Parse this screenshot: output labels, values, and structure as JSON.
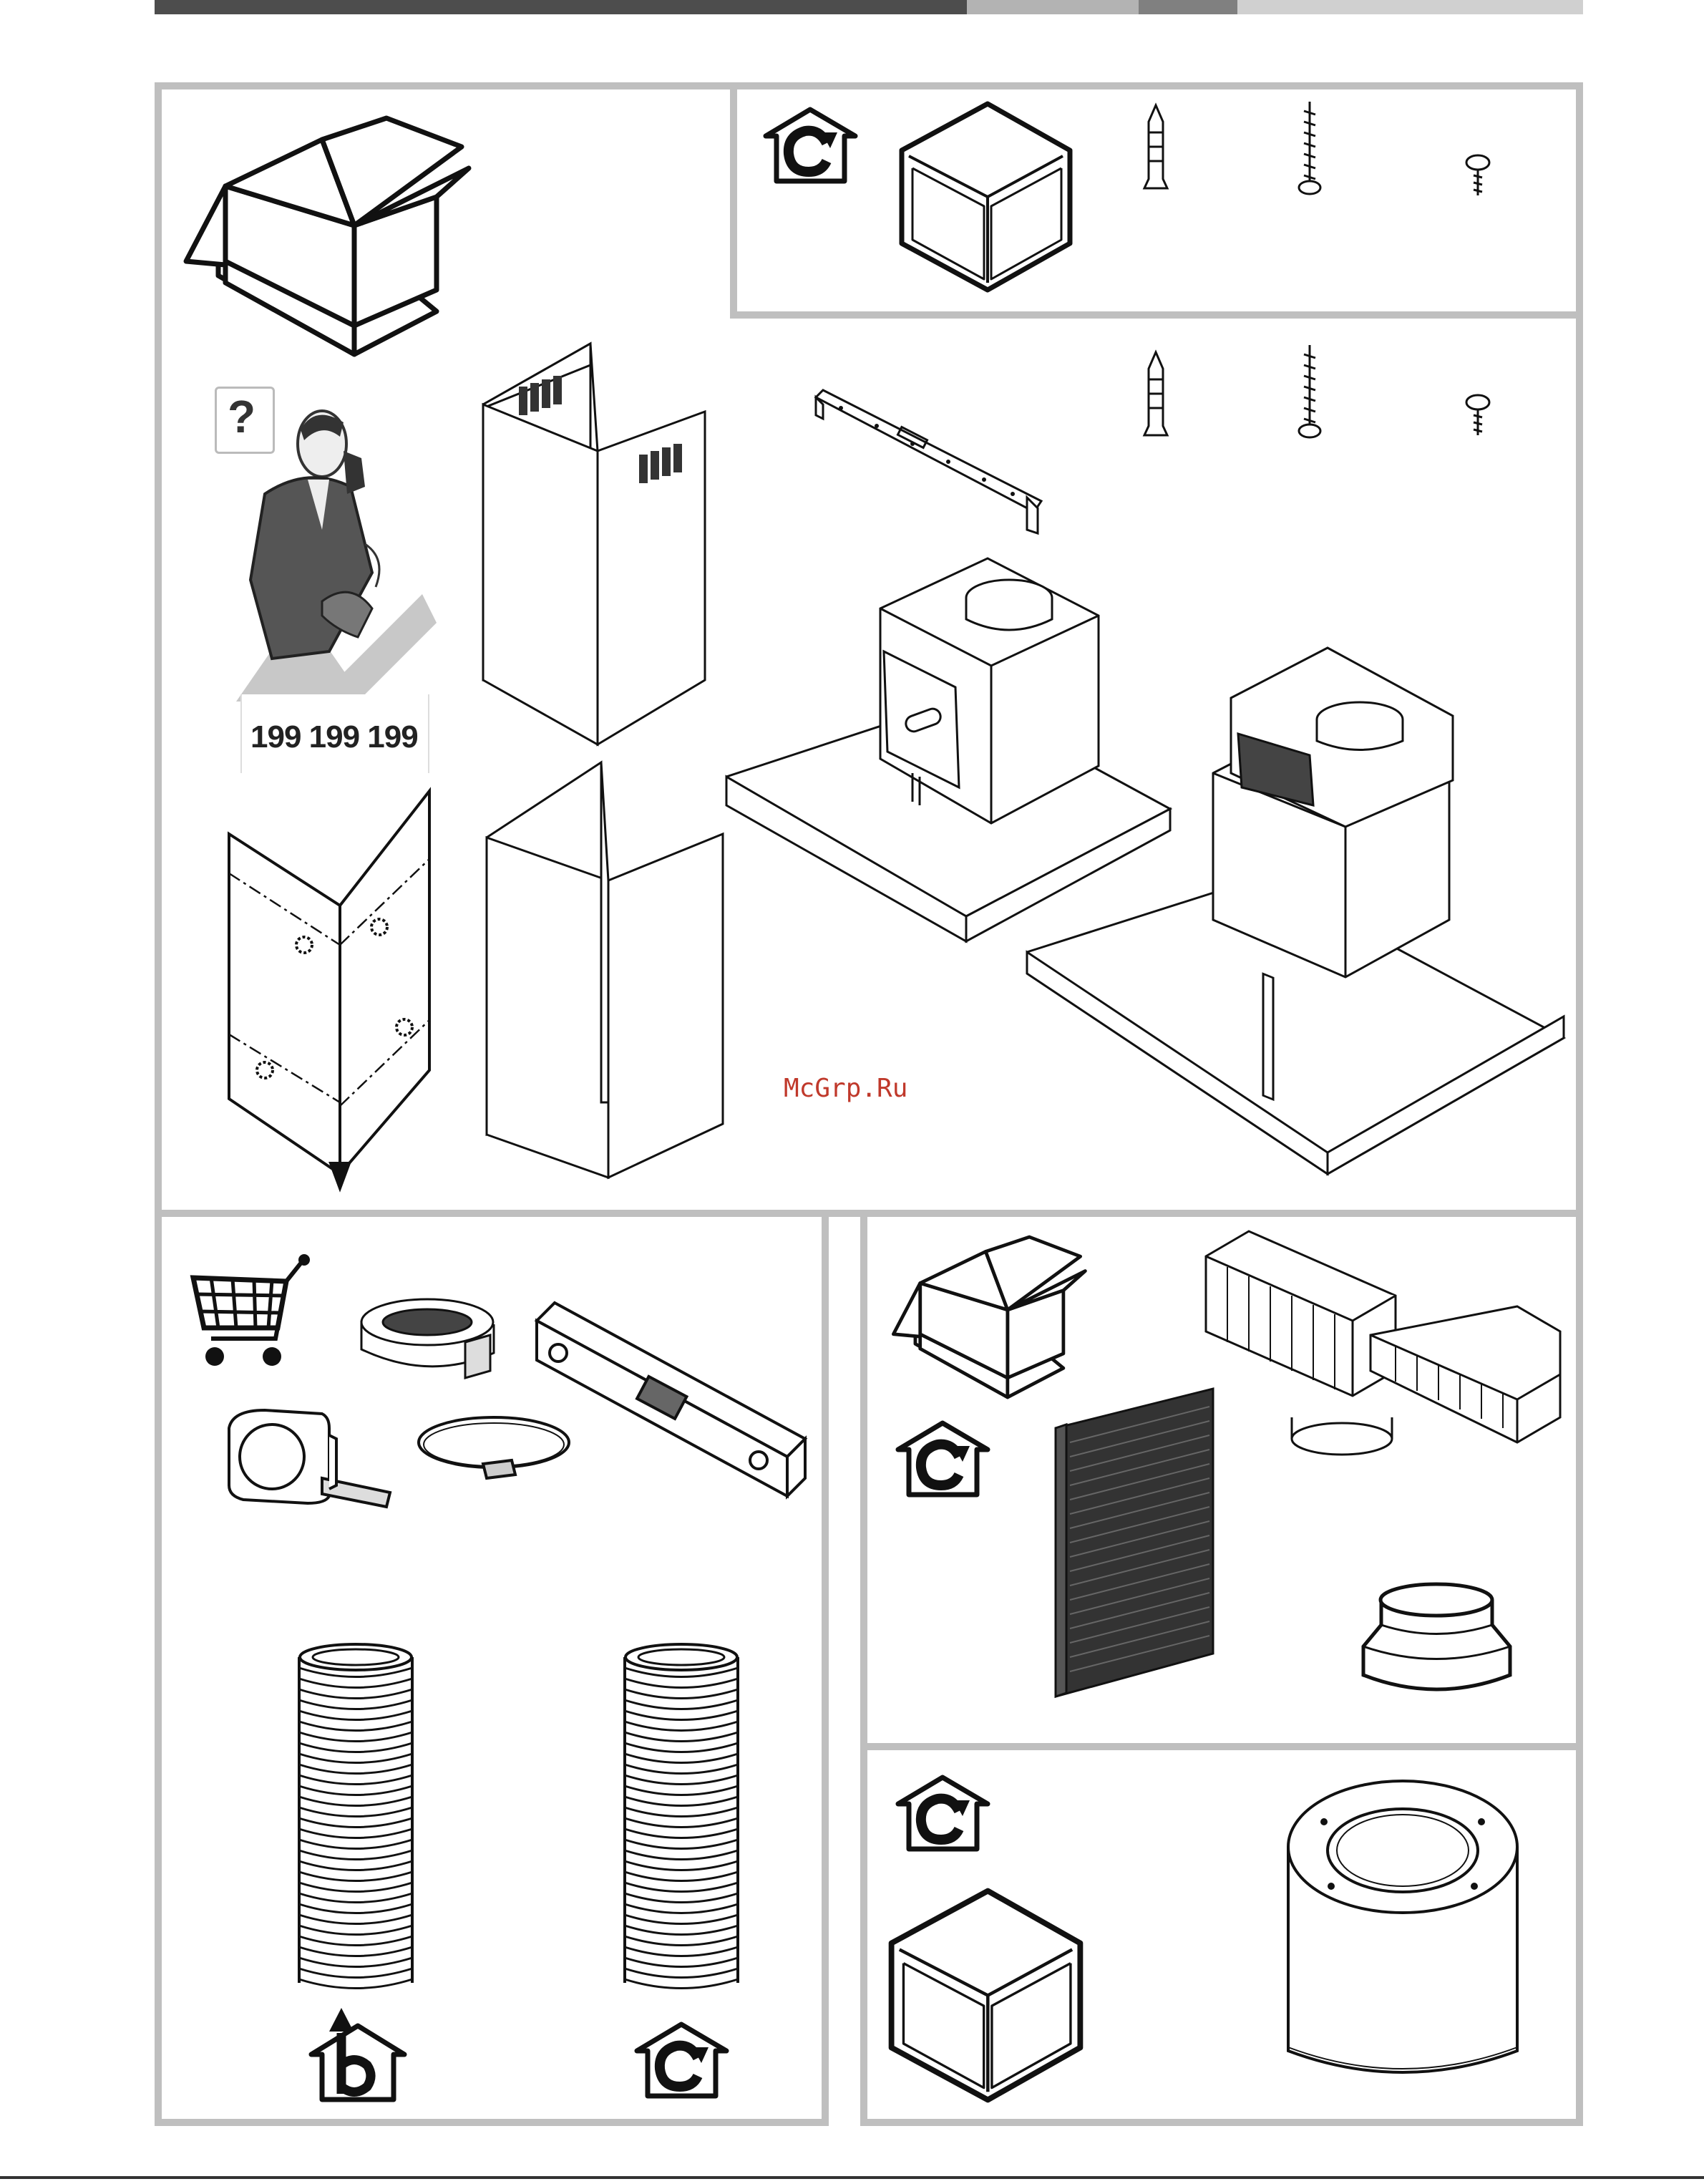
{
  "header_bar": {
    "segments": [
      {
        "color": "#4d4d4d"
      },
      {
        "color": "#b3b3b3"
      },
      {
        "color": "#808080"
      },
      {
        "color": "#d0d0d0"
      }
    ]
  },
  "panel_border_color": "#bfbfbf",
  "contact": {
    "question_mark": "?",
    "phone_number": "199 199 199"
  },
  "watermark": "McGrp.Ru",
  "icons": {
    "unpack": "open-box-icon",
    "recirculation": "house-c-icon",
    "ducted": "house-b-icon",
    "buy": "shopping-cart-icon"
  },
  "house_labels": {
    "c": "C",
    "b": "b"
  }
}
